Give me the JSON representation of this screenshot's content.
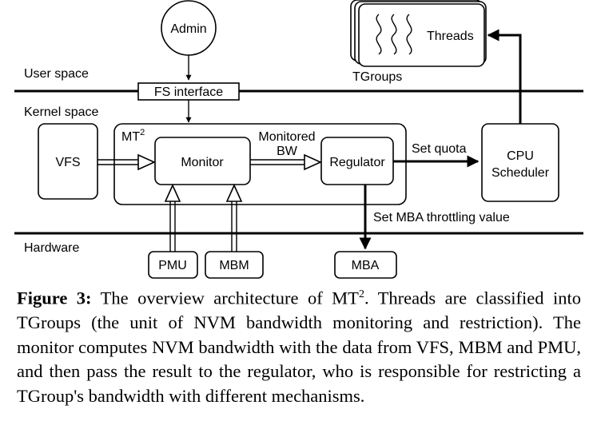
{
  "diagram": {
    "admin": "Admin",
    "fs_interface": "FS interface",
    "user_space": "User space",
    "kernel_space": "Kernel space",
    "hardware": "Hardware",
    "mt2_base": "MT",
    "mt2_sup": "2",
    "vfs": "VFS",
    "monitor": "Monitor",
    "monitored_line1": "Monitored",
    "monitored_line2": "BW",
    "regulator": "Regulator",
    "set_quota": "Set quota",
    "cpu_line1": "CPU",
    "cpu_line2": "Scheduler",
    "threads": "Threads",
    "tgroups": "TGroups",
    "set_mba": "Set MBA throttling value",
    "pmu": "PMU",
    "mbm": "MBM",
    "mba": "MBA"
  },
  "caption": {
    "title": "Figure 3:",
    "text_a": " The overview architecture of MT",
    "sup": "2",
    "text_b": ". Threads are classified into TGroups (the unit of NVM bandwidth monitoring and restriction). The monitor computes NVM bandwidth with the data from VFS, MBM and PMU, and then pass the result to the regulator, who is responsible for restricting a TGroup's bandwidth with different mechanisms."
  }
}
